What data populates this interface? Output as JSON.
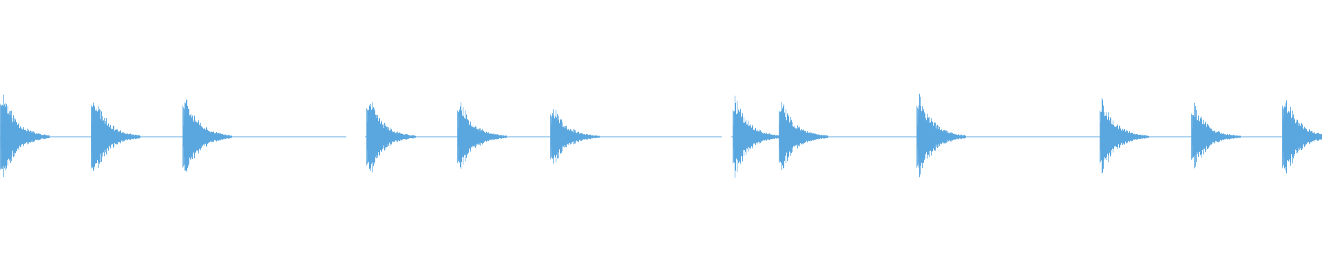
{
  "waveform": {
    "color": "#5BA7DF",
    "background": "#FFFFFF",
    "hits": [
      {
        "t": 0.0,
        "amp": 1.0,
        "seed": 11
      },
      {
        "t": 0.069,
        "amp": 0.96,
        "seed": 23
      },
      {
        "t": 0.138,
        "amp": 0.95,
        "seed": 37
      },
      {
        "t": 0.277,
        "amp": 0.87,
        "seed": 41
      },
      {
        "t": 0.346,
        "amp": 0.8,
        "seed": 53
      },
      {
        "t": 0.416,
        "amp": 0.68,
        "seed": 67
      },
      {
        "t": 0.554,
        "amp": 0.82,
        "seed": 71
      },
      {
        "t": 0.589,
        "amp": 0.8,
        "seed": 83
      },
      {
        "t": 0.693,
        "amp": 0.94,
        "seed": 97
      },
      {
        "t": 0.832,
        "amp": 0.8,
        "seed": 101
      },
      {
        "t": 0.901,
        "amp": 0.7,
        "seed": 113
      },
      {
        "t": 0.97,
        "amp": 0.95,
        "seed": 127
      }
    ],
    "silence_gaps": [
      {
        "start": 0.262,
        "end": 0.276
      },
      {
        "start": 0.546,
        "end": 0.553
      }
    ]
  }
}
